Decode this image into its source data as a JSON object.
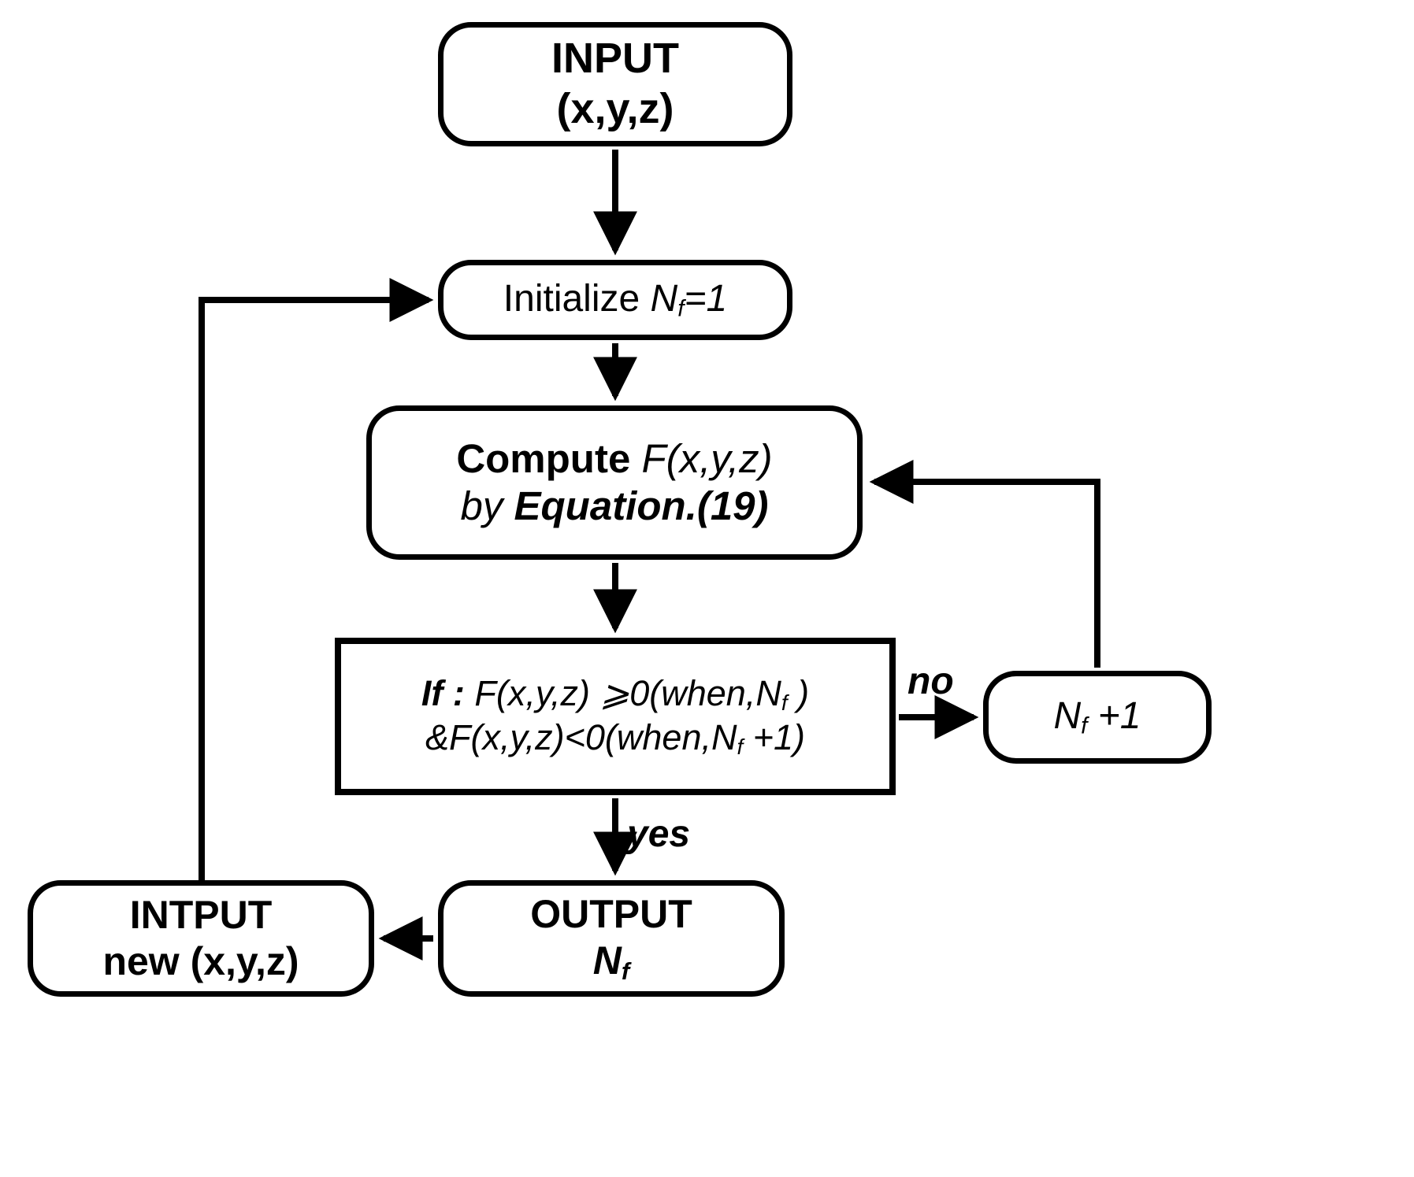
{
  "diagram": {
    "title": "Flowchart for computing Nf",
    "background": "#ffffff",
    "stroke": "#000000",
    "nodes": {
      "input": {
        "shape": "rounded-rectangle",
        "line1": "INPUT",
        "line2": "(x,y,z)"
      },
      "initialize": {
        "shape": "rounded-rectangle",
        "text_plain": "Initialize ",
        "text_var": "Nf",
        "text_tail": "=1"
      },
      "compute": {
        "shape": "rounded-rectangle",
        "line1_bold": "Compute ",
        "line1_italic": "F(x,y,z)",
        "line2_italic": "by ",
        "line2_bolditalic": "Equation.(19)"
      },
      "decision": {
        "shape": "rectangle",
        "line1_lead": "If : ",
        "line1_rest_a": "F(x,y,z) ⩾0(when,",
        "line1_var": "Nf",
        "line1_rest_b": " )",
        "line2_a": "&F(x,y,z)<0(when,",
        "line2_var": "Nf",
        "line2_b": " +1)"
      },
      "increment": {
        "shape": "rounded-rectangle",
        "var": "Nf",
        "tail": " +1"
      },
      "output": {
        "shape": "rounded-rectangle",
        "line1": "OUTPUT",
        "line2_var": "Nf"
      },
      "reinput": {
        "shape": "rounded-rectangle",
        "line1": "INTPUT",
        "line2": "new (x,y,z)"
      }
    },
    "edge_labels": {
      "no": "no",
      "yes": "yes"
    },
    "edges": [
      {
        "from": "input",
        "to": "initialize",
        "label": ""
      },
      {
        "from": "initialize",
        "to": "compute",
        "label": ""
      },
      {
        "from": "compute",
        "to": "decision",
        "label": ""
      },
      {
        "from": "decision",
        "to": "increment",
        "label": "no"
      },
      {
        "from": "increment",
        "to": "compute",
        "label": ""
      },
      {
        "from": "decision",
        "to": "output",
        "label": "yes"
      },
      {
        "from": "output",
        "to": "reinput",
        "label": ""
      },
      {
        "from": "reinput",
        "to": "initialize",
        "label": ""
      }
    ]
  }
}
